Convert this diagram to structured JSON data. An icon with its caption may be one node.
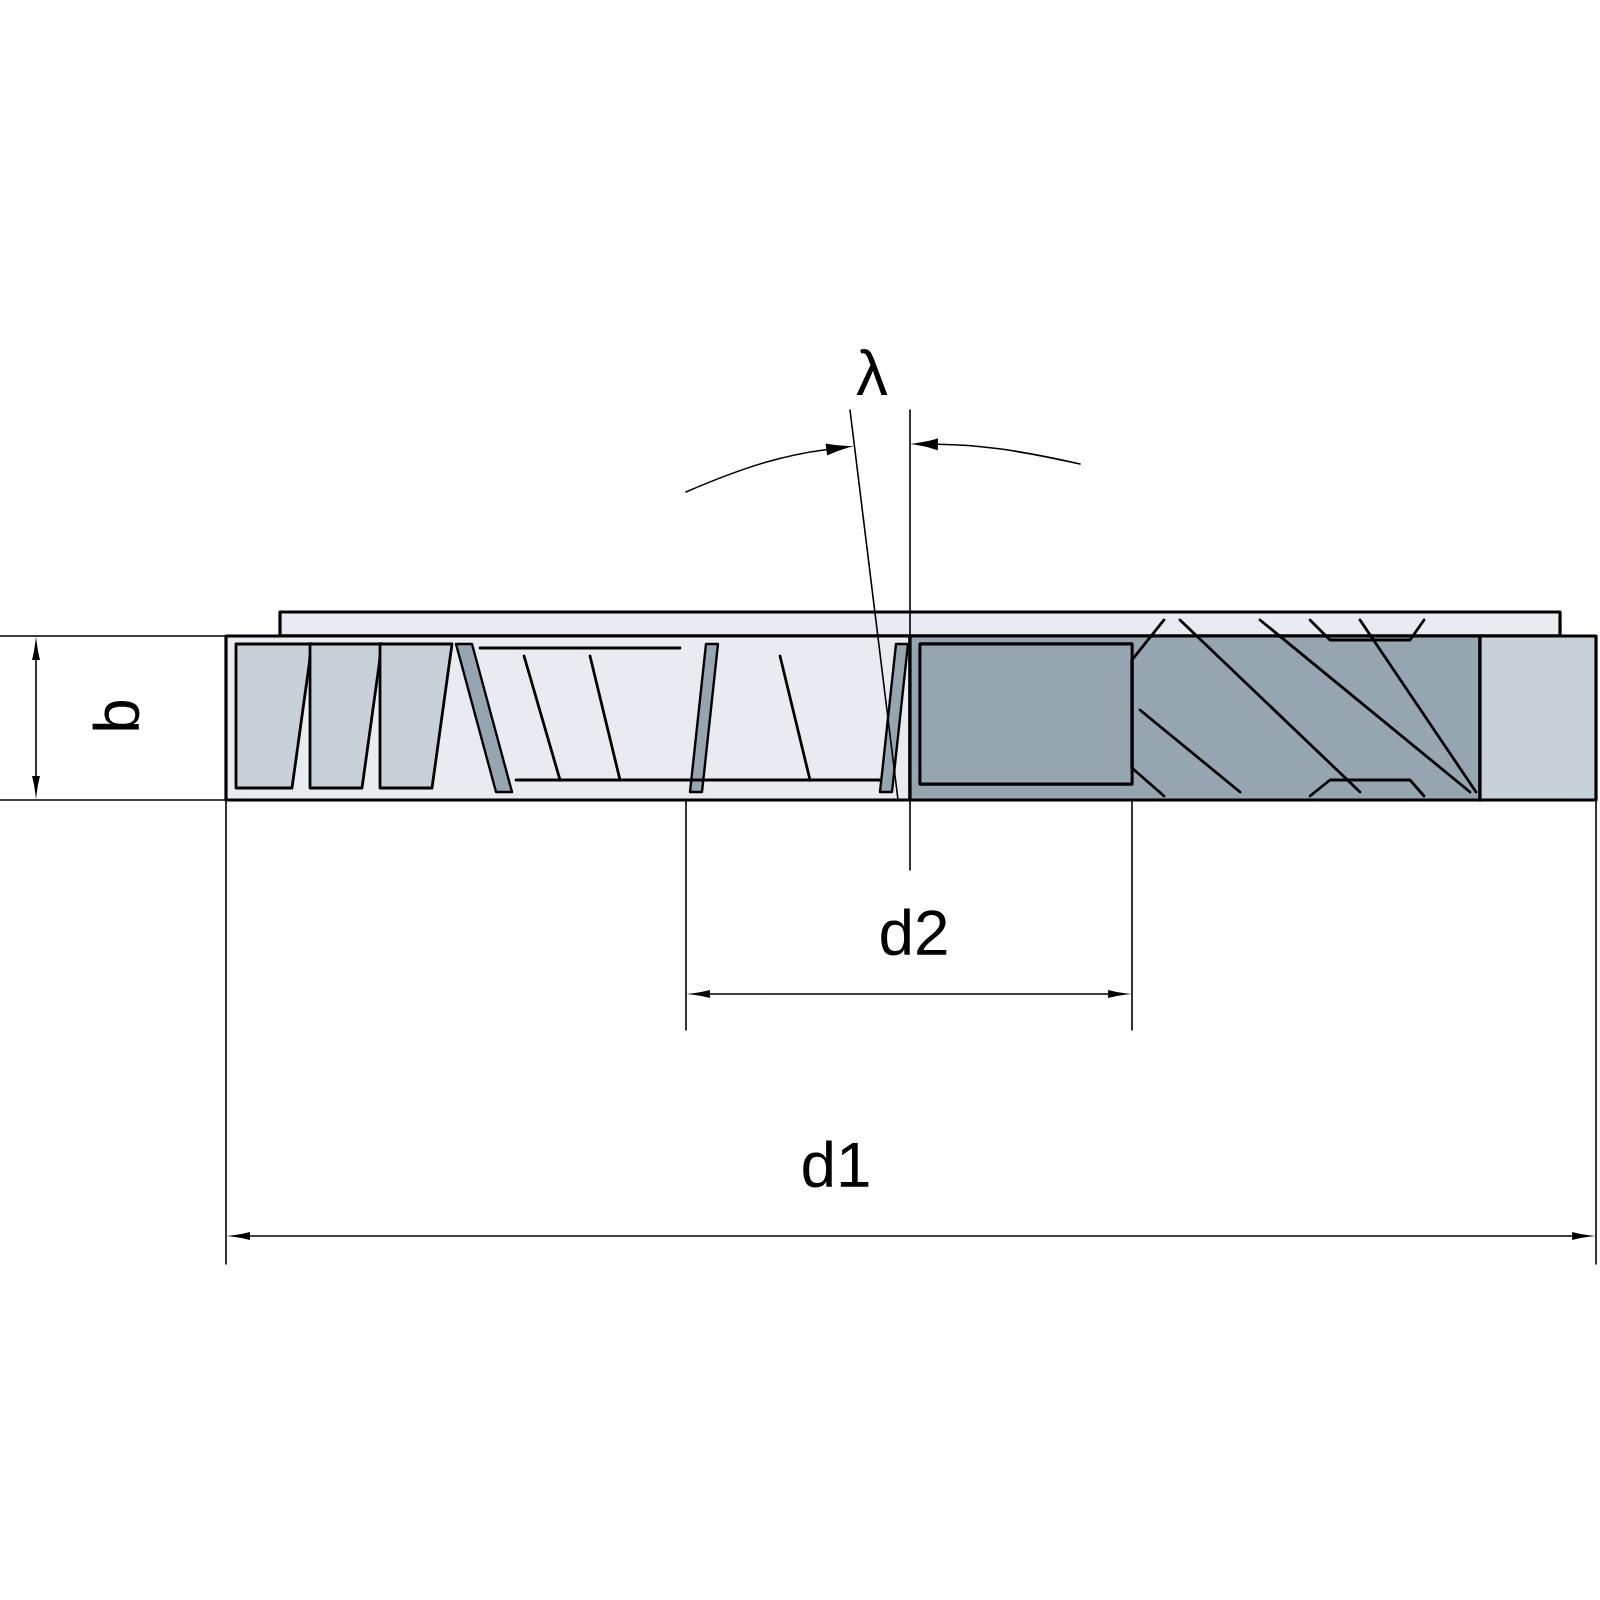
{
  "diagram": {
    "labels": [
      "λ",
      "b",
      "d2",
      "d1"
    ]
  }
}
